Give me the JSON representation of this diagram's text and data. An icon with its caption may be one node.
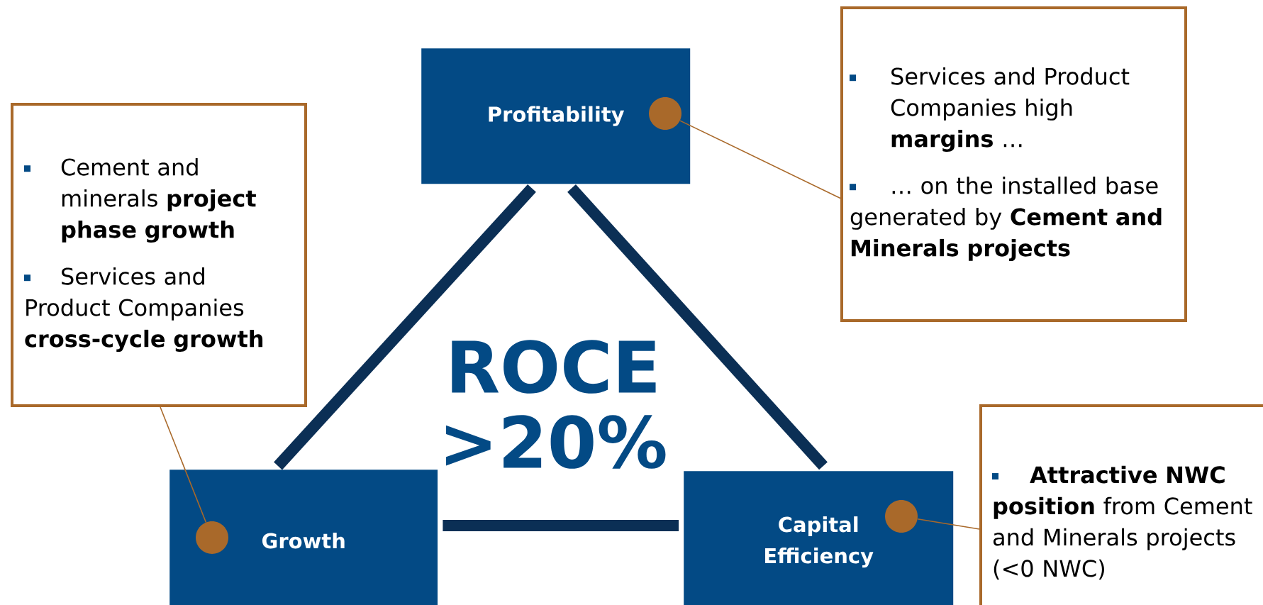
{
  "diagram": {
    "nodes": [
      {
        "text": [
          "Cement and minerals **project phase growth**",
          "Services and Product Companies **cross-cycle growth**"
        ]
      },
      {
        "text": [
          "Profitability"
        ]
      },
      {
        "text": [],
        "shape": "circle",
        "in": 1
      },
      {
        "text": [
          "Services and Product Companies high **margins** …",
          "… on the installed base generated by **Cement and Minerals projects**"
        ]
      },
      {
        "text": [
          "Growth"
        ]
      },
      {
        "text": [],
        "shape": "circle",
        "in": 4
      },
      {
        "text": [
          "Capital Efficiency"
        ]
      },
      {
        "text": [],
        "shape": "circle",
        "in": 6
      },
      {
        "text": [
          "**Attractive NWC position** from Cement and Minerals projects (<0 NWC)"
        ]
      }
    ],
    "edges": [
      {
        "from": 1,
        "to": 4,
        "arrow": "none",
        "style": "thick"
      },
      {
        "from": 1,
        "to": 6,
        "arrow": "none",
        "style": "thick"
      },
      {
        "from": 4,
        "to": 6,
        "arrow": "none",
        "style": "thick"
      },
      {
        "from": 0,
        "to": 5,
        "arrow": "none",
        "color": "#a9692a"
      },
      {
        "from": 3,
        "to": 2,
        "arrow": "none",
        "color": "#a9692a"
      },
      {
        "from": 8,
        "to": 7,
        "arrow": "none",
        "color": "#a9692a"
      }
    ],
    "labels": [
      "ROCE >20%"
    ]
  }
}
